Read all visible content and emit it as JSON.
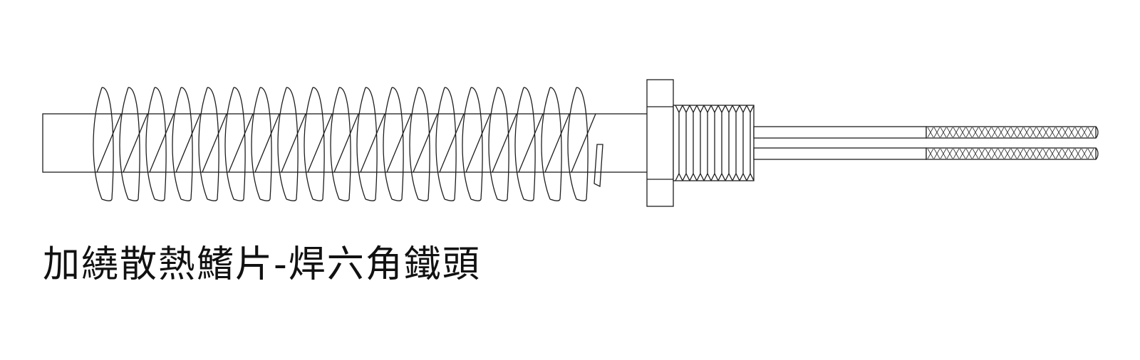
{
  "caption": "加繞散熱鰭片-焊六角鐵頭",
  "colors": {
    "line": "#1e1e1e",
    "background": "#ffffff"
  },
  "parts": [
    "heater-tube",
    "spiral-fins",
    "hex-nut",
    "threaded-fitting",
    "lead-wires",
    "braided-sleeves"
  ]
}
